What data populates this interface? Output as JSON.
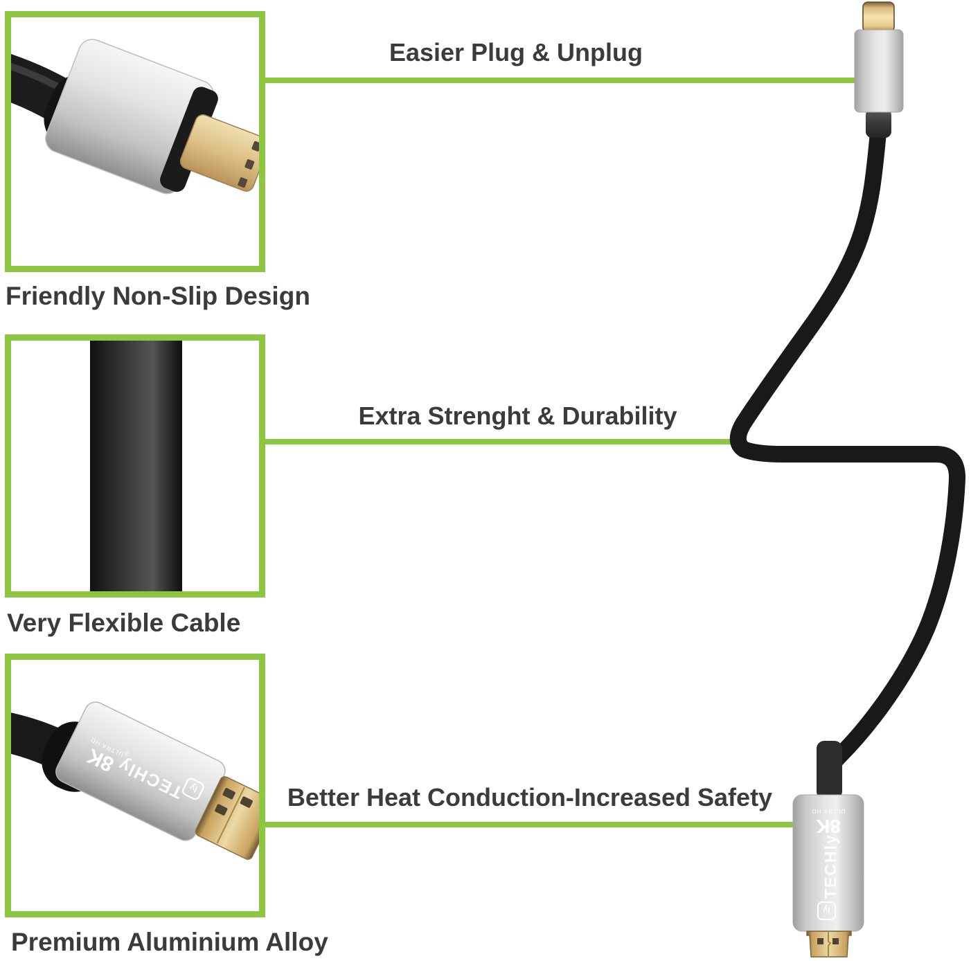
{
  "colors": {
    "accent_green": "#8dc63f",
    "label_text": "#3b3b3b",
    "cable_black": "#191919",
    "metal_silver": "#d9d9d9",
    "plug_gold": "#d9b878"
  },
  "features": [
    {
      "callout": "Easier Plug & Unplug",
      "label": "Friendly Non-Slip Design"
    },
    {
      "callout": "Extra Strenght & Durability",
      "label": "Very Flexible Cable"
    },
    {
      "callout": "Better Heat Conduction-Increased Safety",
      "label": "Premium Aluminium Alloy"
    }
  ],
  "branding": {
    "resolution": "8K",
    "resolution_sub": "ULTRA HD",
    "brand": "TECHly",
    "registered_mark": "®",
    "badge": "ly"
  }
}
